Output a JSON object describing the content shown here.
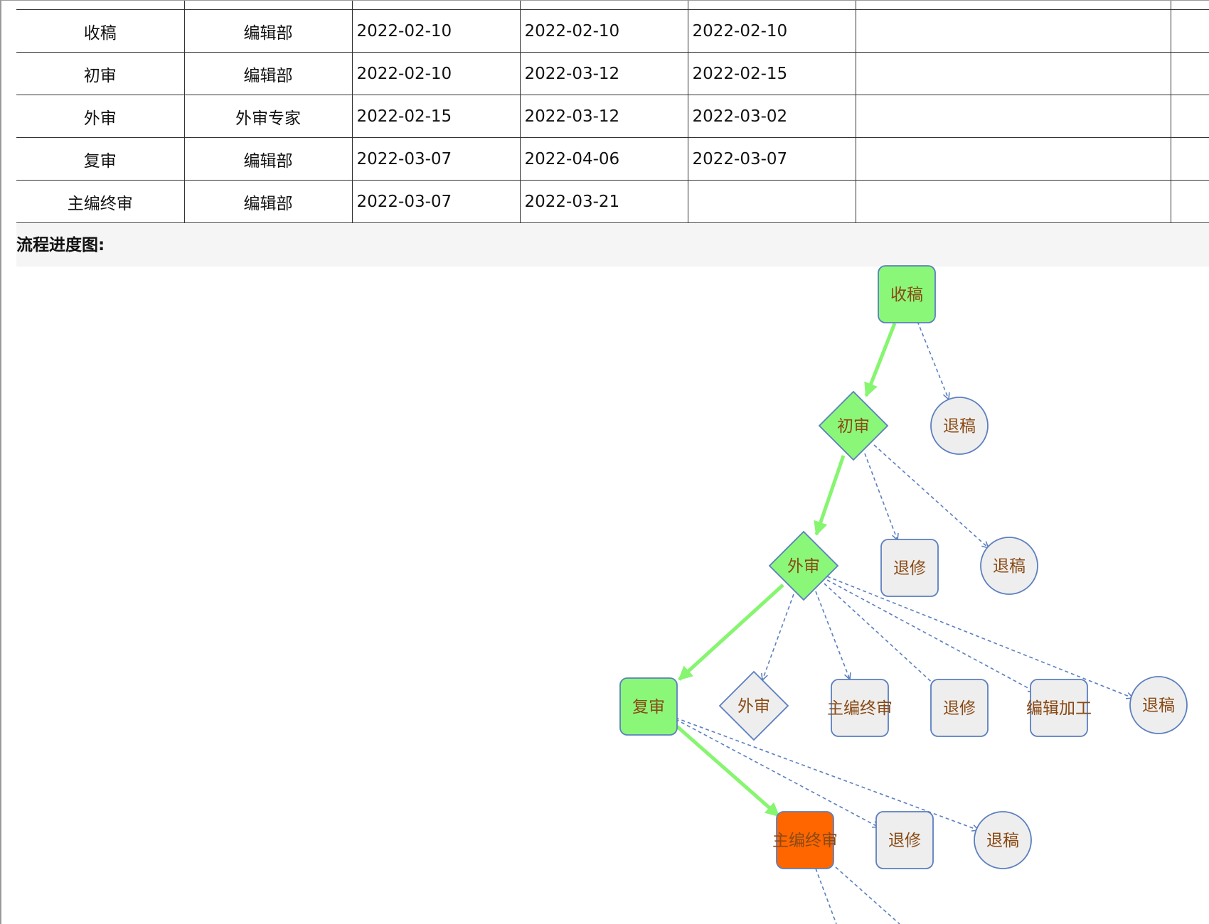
{
  "table": {
    "rows": [
      {
        "stage": "收稿",
        "dept": "编辑部",
        "start": "2022-02-10",
        "due": "2022-02-10",
        "done": "2022-02-10"
      },
      {
        "stage": "初审",
        "dept": "编辑部",
        "start": "2022-02-10",
        "due": "2022-03-12",
        "done": "2022-02-15"
      },
      {
        "stage": "外审",
        "dept": "外审专家",
        "start": "2022-02-15",
        "due": "2022-03-12",
        "done": "2022-03-02"
      },
      {
        "stage": "复审",
        "dept": "编辑部",
        "start": "2022-03-07",
        "due": "2022-04-06",
        "done": "2022-03-07"
      },
      {
        "stage": "主编终审",
        "dept": "编辑部",
        "start": "2022-03-07",
        "due": "2022-03-21",
        "done": ""
      }
    ]
  },
  "section_title": "流程进度图:",
  "flow": {
    "colors": {
      "done": "#8af779",
      "current": "#ff6600",
      "pending": "#eeeeee",
      "stroke": "#5b7fbf",
      "main_edge": "#86f56f",
      "label": "#8a4a14"
    },
    "nodes": [
      {
        "id": "n1",
        "label": "收稿",
        "shape": "rect",
        "status": "done"
      },
      {
        "id": "n2",
        "label": "初审",
        "shape": "diamond",
        "status": "done"
      },
      {
        "id": "n3",
        "label": "退稿",
        "shape": "circle",
        "status": "pending"
      },
      {
        "id": "n4",
        "label": "外审",
        "shape": "diamond",
        "status": "done"
      },
      {
        "id": "n5",
        "label": "退修",
        "shape": "rect",
        "status": "pending"
      },
      {
        "id": "n6",
        "label": "退稿",
        "shape": "circle",
        "status": "pending"
      },
      {
        "id": "n7",
        "label": "复审",
        "shape": "rect",
        "status": "done"
      },
      {
        "id": "n8",
        "label": "外审",
        "shape": "diamond",
        "status": "pending"
      },
      {
        "id": "n9",
        "label": "主编终审",
        "shape": "rect",
        "status": "pending"
      },
      {
        "id": "n10",
        "label": "退修",
        "shape": "rect",
        "status": "pending"
      },
      {
        "id": "n11",
        "label": "编辑加工",
        "shape": "rect",
        "status": "pending"
      },
      {
        "id": "n12",
        "label": "退稿",
        "shape": "circle",
        "status": "pending"
      },
      {
        "id": "n13",
        "label": "主编终审",
        "shape": "rect",
        "status": "current"
      },
      {
        "id": "n14",
        "label": "退修",
        "shape": "rect",
        "status": "pending"
      },
      {
        "id": "n15",
        "label": "退稿",
        "shape": "circle",
        "status": "pending"
      }
    ],
    "edges": [
      {
        "from": "n1",
        "to": "n2",
        "type": "main"
      },
      {
        "from": "n1",
        "to": "n3",
        "type": "option"
      },
      {
        "from": "n2",
        "to": "n4",
        "type": "main"
      },
      {
        "from": "n2",
        "to": "n5",
        "type": "option"
      },
      {
        "from": "n2",
        "to": "n6",
        "type": "option"
      },
      {
        "from": "n4",
        "to": "n7",
        "type": "main"
      },
      {
        "from": "n4",
        "to": "n8",
        "type": "option"
      },
      {
        "from": "n4",
        "to": "n9",
        "type": "option"
      },
      {
        "from": "n4",
        "to": "n10",
        "type": "option"
      },
      {
        "from": "n4",
        "to": "n11",
        "type": "option"
      },
      {
        "from": "n4",
        "to": "n12",
        "type": "option"
      },
      {
        "from": "n7",
        "to": "n13",
        "type": "main"
      },
      {
        "from": "n7",
        "to": "n14",
        "type": "option"
      },
      {
        "from": "n7",
        "to": "n15",
        "type": "option"
      }
    ]
  }
}
